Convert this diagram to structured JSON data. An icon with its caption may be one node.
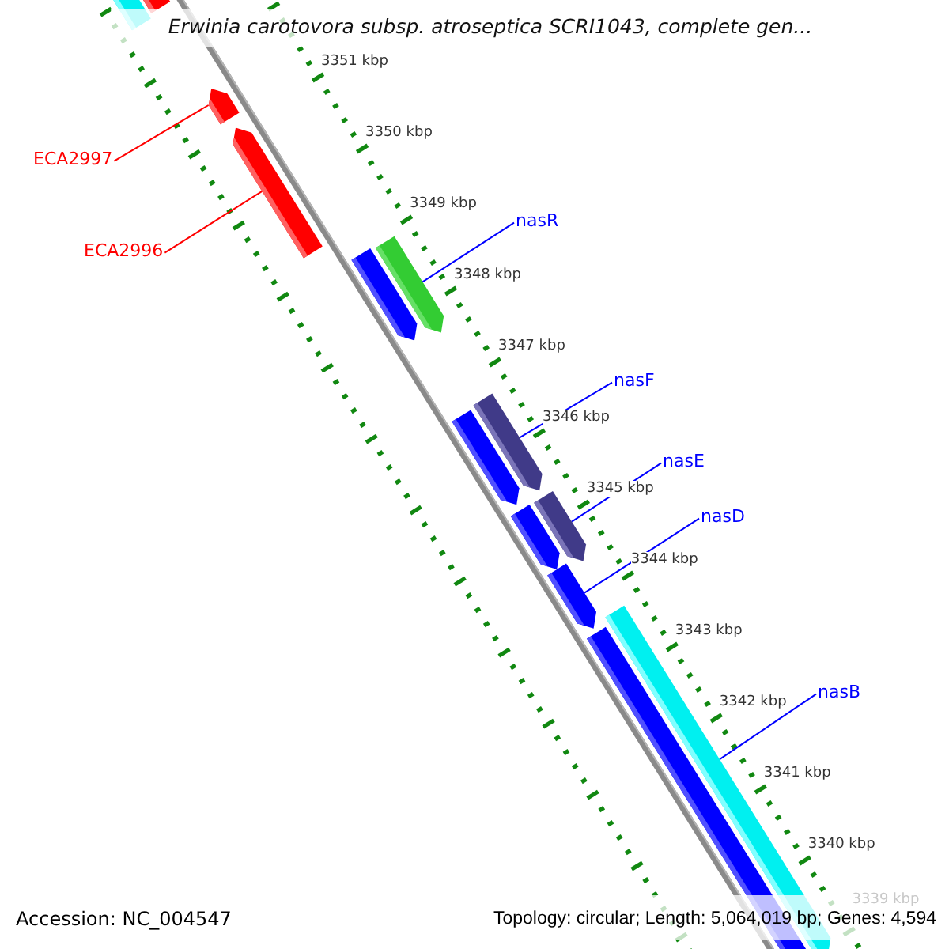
{
  "diagram": {
    "title": "Erwinia carotovora subsp. atroseptica SCRI1043, complete gen...",
    "nodes": [
      {
        "text": [
          "ECA2997"
        ]
      },
      {
        "text": [
          "ECA2996"
        ]
      },
      {
        "text": [
          "nasR"
        ]
      },
      {
        "text": [
          "nasF"
        ]
      },
      {
        "text": [
          "nasE"
        ]
      },
      {
        "text": [
          "nasD"
        ]
      },
      {
        "text": [
          "nasB"
        ]
      },
      {
        "text": [],
        "shape": "arrow"
      },
      {
        "text": [],
        "shape": "arrow"
      },
      {
        "text": [],
        "shape": "arrow"
      },
      {
        "text": [],
        "shape": "arrow"
      },
      {
        "text": [],
        "shape": "arrow"
      },
      {
        "text": [],
        "shape": "arrow"
      },
      {
        "text": [],
        "shape": "arrow"
      },
      {
        "text": [],
        "shape": "arrow"
      },
      {
        "text": [],
        "shape": "arrow"
      },
      {
        "text": [],
        "shape": "arrow"
      },
      {
        "text": [],
        "shape": "arrow"
      },
      {
        "text": [],
        "shape": "arrow"
      },
      {
        "text": [],
        "shape": "arrow"
      }
    ],
    "edges": [
      {
        "from": 0,
        "to": 9,
        "arrow": "none",
        "color": "#ff0000"
      },
      {
        "from": 1,
        "to": 10,
        "arrow": "none",
        "color": "#ff0000"
      },
      {
        "from": 2,
        "to": 11,
        "arrow": "none"
      },
      {
        "from": 3,
        "to": 13,
        "arrow": "none"
      },
      {
        "from": 4,
        "to": 15,
        "arrow": "none"
      },
      {
        "from": 5,
        "to": 17,
        "arrow": "none"
      },
      {
        "from": 6,
        "to": 18,
        "arrow": "none"
      }
    ],
    "labels": [
      "3351 kbp",
      "3350 kbp",
      "3349 kbp",
      "3348 kbp",
      "3347 kbp",
      "3346 kbp",
      "3345 kbp",
      "3344 kbp",
      "3343 kbp",
      "3342 kbp",
      "3341 kbp",
      "3340 kbp",
      "3339 kbp",
      "Accession: NC_004547",
      "Topology: circular; Length: 5,064,019 bp; Genes: 4,594"
    ]
  }
}
